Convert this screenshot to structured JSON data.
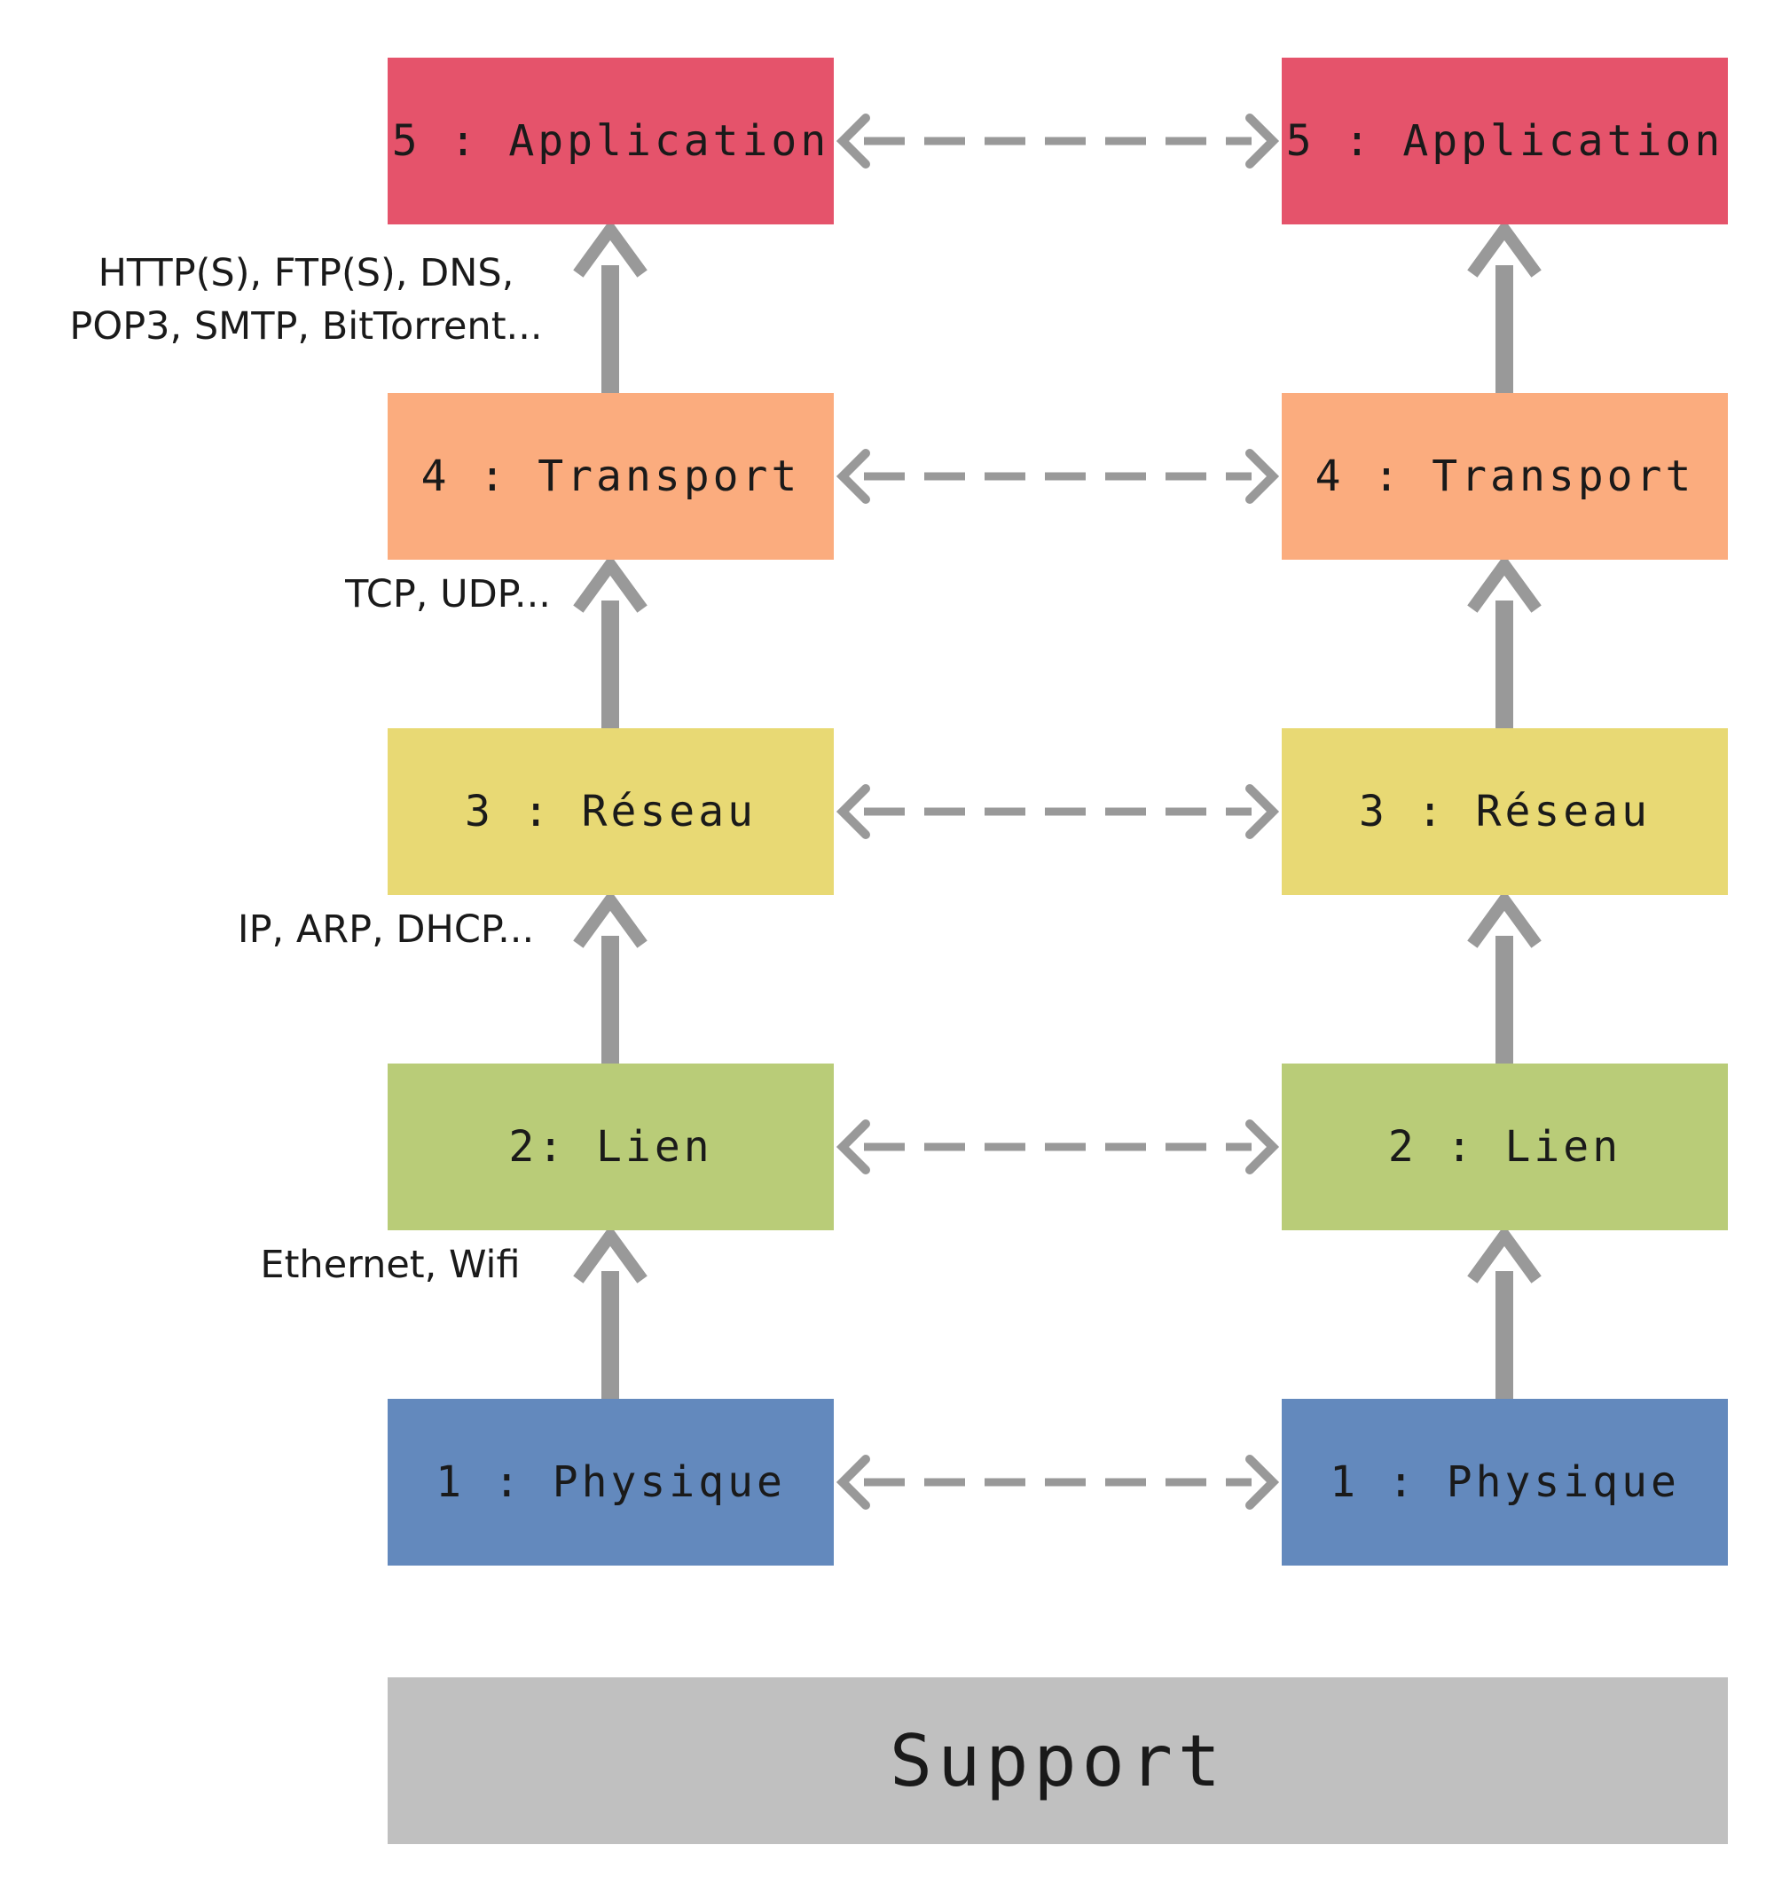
{
  "left_stack": [
    {
      "label": "5 : Application",
      "color": "#e5536b"
    },
    {
      "label": "4 : Transport",
      "color": "#fbac7e"
    },
    {
      "label": "3 : Réseau",
      "color": "#e8d974"
    },
    {
      "label": "2: Lien",
      "color": "#b9cc78"
    },
    {
      "label": "1 : Physique",
      "color": "#6389bd"
    }
  ],
  "right_stack": [
    {
      "label": "5 : Application",
      "color": "#e5536b"
    },
    {
      "label": "4 : Transport",
      "color": "#fbac7e"
    },
    {
      "label": "3 : Réseau",
      "color": "#e8d974"
    },
    {
      "label": "2 : Lien",
      "color": "#b9cc78"
    },
    {
      "label": "1 : Physique",
      "color": "#6389bd"
    }
  ],
  "protocols": {
    "application": "HTTP(S), FTP(S), DNS,\nPOP3, SMTP, BitTorrent...",
    "transport": "TCP, UDP...",
    "reseau": "IP, ARP, DHCP...",
    "lien": "Ethernet, Wifi"
  },
  "support": {
    "label": "Support",
    "color": "#c0c0c0"
  },
  "arrow_color": "#999999"
}
